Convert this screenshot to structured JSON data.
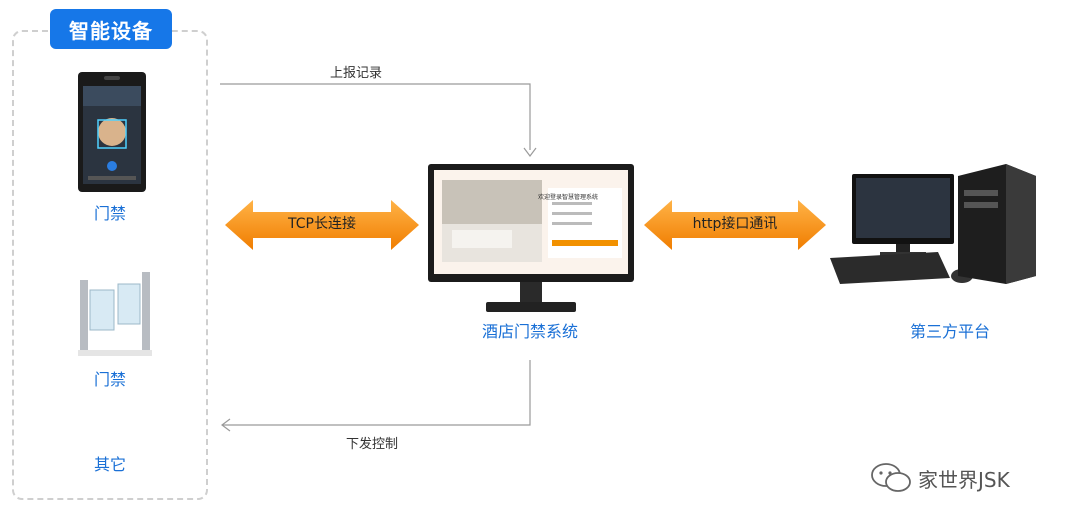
{
  "group": {
    "title": "智能设备"
  },
  "devices": [
    {
      "label": "门禁"
    },
    {
      "label": "门禁"
    },
    {
      "label": "其它"
    }
  ],
  "center": {
    "label": "酒店门禁系统",
    "screen_title": "欢迎登录智慧管理系统"
  },
  "right": {
    "label": "第三方平台"
  },
  "arrows": {
    "left_arrow_label": "TCP长连接",
    "right_arrow_label": "http接口通讯",
    "upload_label": "上报记录",
    "control_label": "下发控制"
  },
  "watermark": "家世界JSK",
  "colors": {
    "accent_blue": "#1677e8",
    "arrow_orange": "#f7931e",
    "label_blue": "#1a70d6"
  }
}
